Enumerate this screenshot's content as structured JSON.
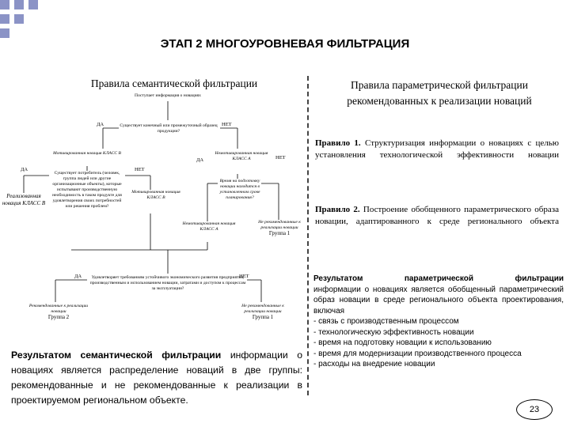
{
  "title": "ЭТАП 2 МНОГОУРОВНЕВАЯ ФИЛЬТРАЦИЯ",
  "left_heading": "Правила семантической фильтрации",
  "right_heading": "Правила параметрической фильтрации рекомендованных к реализации новаций",
  "diagram": {
    "start": "Поступает информация о новациях",
    "q1": "Существует конечный или промежуточный образец продукции?",
    "yes": "ДА",
    "no": "НЕТ",
    "class_b_motivated": "Мотивированная новация КЛАСС В",
    "class_a_non_motivated": "Немотивированная новация КЛАСС А",
    "q2": "Существует потребитель (человек, группа людей или другие организационные объекты), которые испытывают производственную необходимость в таком продукте для удовлетворения своих потребностей или решения проблем?",
    "class_b_realized": "Реализованная новация КЛАСС В",
    "class_b_motivated_2": "Мотивированная новация КЛАСС В",
    "time_q": "Время на подготовку новации находится в установленном сроке планирования?",
    "class_a_non_motivated_2": "Немотивированная новация КЛАСС А",
    "not_recommended_group1": "Не рекомендованные к реализации новации",
    "group1": "Группа 1",
    "q3": "Удовлетворяет требованиям устойчивого экономического развития предприятия, производственным и использованием новации, затратами и доступом к процессам за эксплуатации?",
    "recommended": "Рекомендованные к реализации новации",
    "group2": "Группа 2",
    "not_recommended_2": "Не рекомендованные к реализации новации",
    "group1_b": "Группа 1"
  },
  "rule1_label": "Правило 1.",
  "rule1_text": "Структуризация информации о новациях с целью установления технологической эффективности новации",
  "rule2_label": "Правило 2.",
  "rule2_text": "Построение обобщенного параметрического образа новации, адаптированного к среде регионального объекта",
  "result_right_label": "Результатом параметрической фильтрации",
  "result_right_text": "информации о новациях является обобщенный параметрический образ новации в среде регионального объекта проектирования, включая",
  "result_right_items": [
    "- связь с производственным процессом",
    "- технологическую эффективность новации",
    "- время на подготовку новации к использованию",
    "- время для модернизации производственного процесса",
    "- расходы на внедрение новации"
  ],
  "result_left_label": "Результатом семантической фильтрации",
  "result_left_text": "информации о новациях является распределение новаций в две группы: рекомендованные и не рекомендованные к реализации в проектируемом региональном объекте.",
  "page_number": "23",
  "colors": {
    "corner": "#8b93c6",
    "divider": "#444444"
  }
}
